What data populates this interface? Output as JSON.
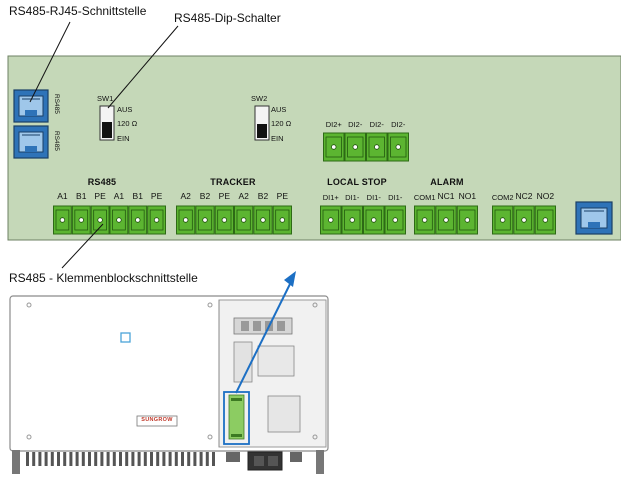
{
  "callouts": {
    "rj45": "RS485-RJ45-Schnittstelle",
    "dip": "RS485-Dip-Schalter",
    "terminal": "RS485 - Klemmenblockschnittstelle"
  },
  "board": {
    "rj45_side_labels": [
      "RS485",
      "RS485"
    ],
    "sw1": {
      "name": "SW1",
      "aus": "AUS",
      "ohm": "120 Ω",
      "ein": "EIN"
    },
    "sw2": {
      "name": "SW2",
      "aus": "AUS",
      "ohm": "120 Ω",
      "ein": "EIN"
    },
    "di_top_pins": [
      "DI2+",
      "DI2-",
      "DI2-",
      "DI2-"
    ],
    "groups": [
      {
        "title": "RS485",
        "pins": [
          "A1",
          "B1",
          "PE",
          "A1",
          "B1",
          "PE"
        ]
      },
      {
        "title": "TRACKER",
        "pins": [
          "A2",
          "B2",
          "PE",
          "A2",
          "B2",
          "PE"
        ]
      },
      {
        "title": "LOCAL STOP",
        "pins": [
          "DI1+",
          "DI1-",
          "DI1-",
          "DI1-"
        ]
      },
      {
        "title": "ALARM",
        "pins": [
          "COM1",
          "NC1",
          "NO1"
        ]
      },
      {
        "title": "",
        "pins": [
          "COM2",
          "NC2",
          "NO2"
        ]
      }
    ]
  },
  "inverter": {
    "brand": "SUNGROW"
  },
  "colors": {
    "board": "#c5d8b8",
    "terminal": "#5cb531",
    "rj45": "#2e73b8",
    "highlight": "#1c6fc4"
  }
}
